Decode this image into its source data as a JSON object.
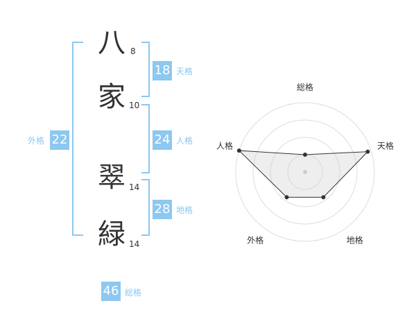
{
  "name_chars": [
    {
      "char": "八",
      "strokes": "8"
    },
    {
      "char": "家",
      "strokes": "10"
    },
    {
      "char": "翠",
      "strokes": "14"
    },
    {
      "char": "緑",
      "strokes": "14"
    }
  ],
  "kakusu": {
    "tenkaku": {
      "value": "18",
      "label": "天格"
    },
    "jinkaku": {
      "value": "24",
      "label": "人格"
    },
    "chikaku": {
      "value": "28",
      "label": "地格"
    },
    "gaikaku": {
      "value": "22",
      "label": "外格"
    },
    "soukaku": {
      "value": "46",
      "label": "総格"
    }
  },
  "colors": {
    "accent": "#8cc8f0",
    "text": "#333333"
  },
  "chart_data": {
    "type": "radar",
    "axes": [
      "総格",
      "天格",
      "地格",
      "外格",
      "人格"
    ],
    "values": [
      0.25,
      0.95,
      0.45,
      0.45,
      1.0
    ],
    "rings": 4,
    "range": [
      0,
      1
    ]
  }
}
